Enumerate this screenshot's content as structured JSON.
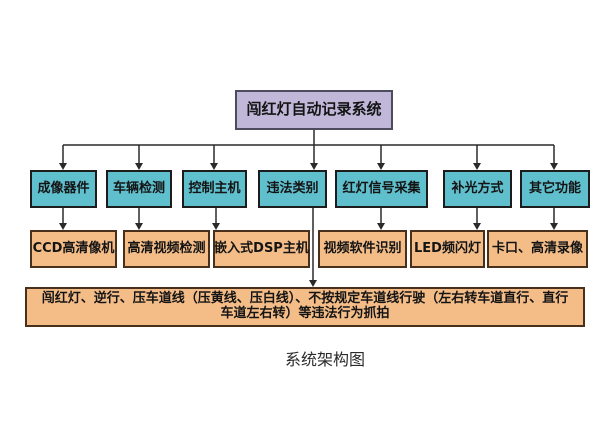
{
  "diagram": {
    "root": {
      "label": "闯红灯自动记录系统"
    },
    "level2": [
      {
        "label": "成像器件"
      },
      {
        "label": "车辆检测"
      },
      {
        "label": "控制主机"
      },
      {
        "label": "违法类别"
      },
      {
        "label": "红灯信号采集"
      },
      {
        "label": "补光方式"
      },
      {
        "label": "其它功能"
      }
    ],
    "level3": [
      {
        "label": "CCD高清像机"
      },
      {
        "label": "高清视频检测"
      },
      {
        "label": "嵌入式DSP主机"
      },
      {
        "label": "视频软件识别"
      },
      {
        "label": "LED频闪灯"
      },
      {
        "label": "卡口、高清录像"
      }
    ],
    "violations": {
      "line1": "闯红灯、逆行、压车道线（压黄线、压白线）、不按规定车道线行驶（左右转车道直行、直行",
      "line2": "车道左右转）等违法行为抓拍"
    },
    "caption": "系统架构图"
  },
  "colors": {
    "root_fill": "#c0b7d9",
    "root_border": "#4c4c5e",
    "l2_fill": "#5fbfcd",
    "l2_border": "#1c1c1c",
    "l3_fill": "#f4bd88",
    "l3_border": "#48301a",
    "connector": "#2a2a2a",
    "bg": "#ffffff",
    "text": "#141414"
  }
}
